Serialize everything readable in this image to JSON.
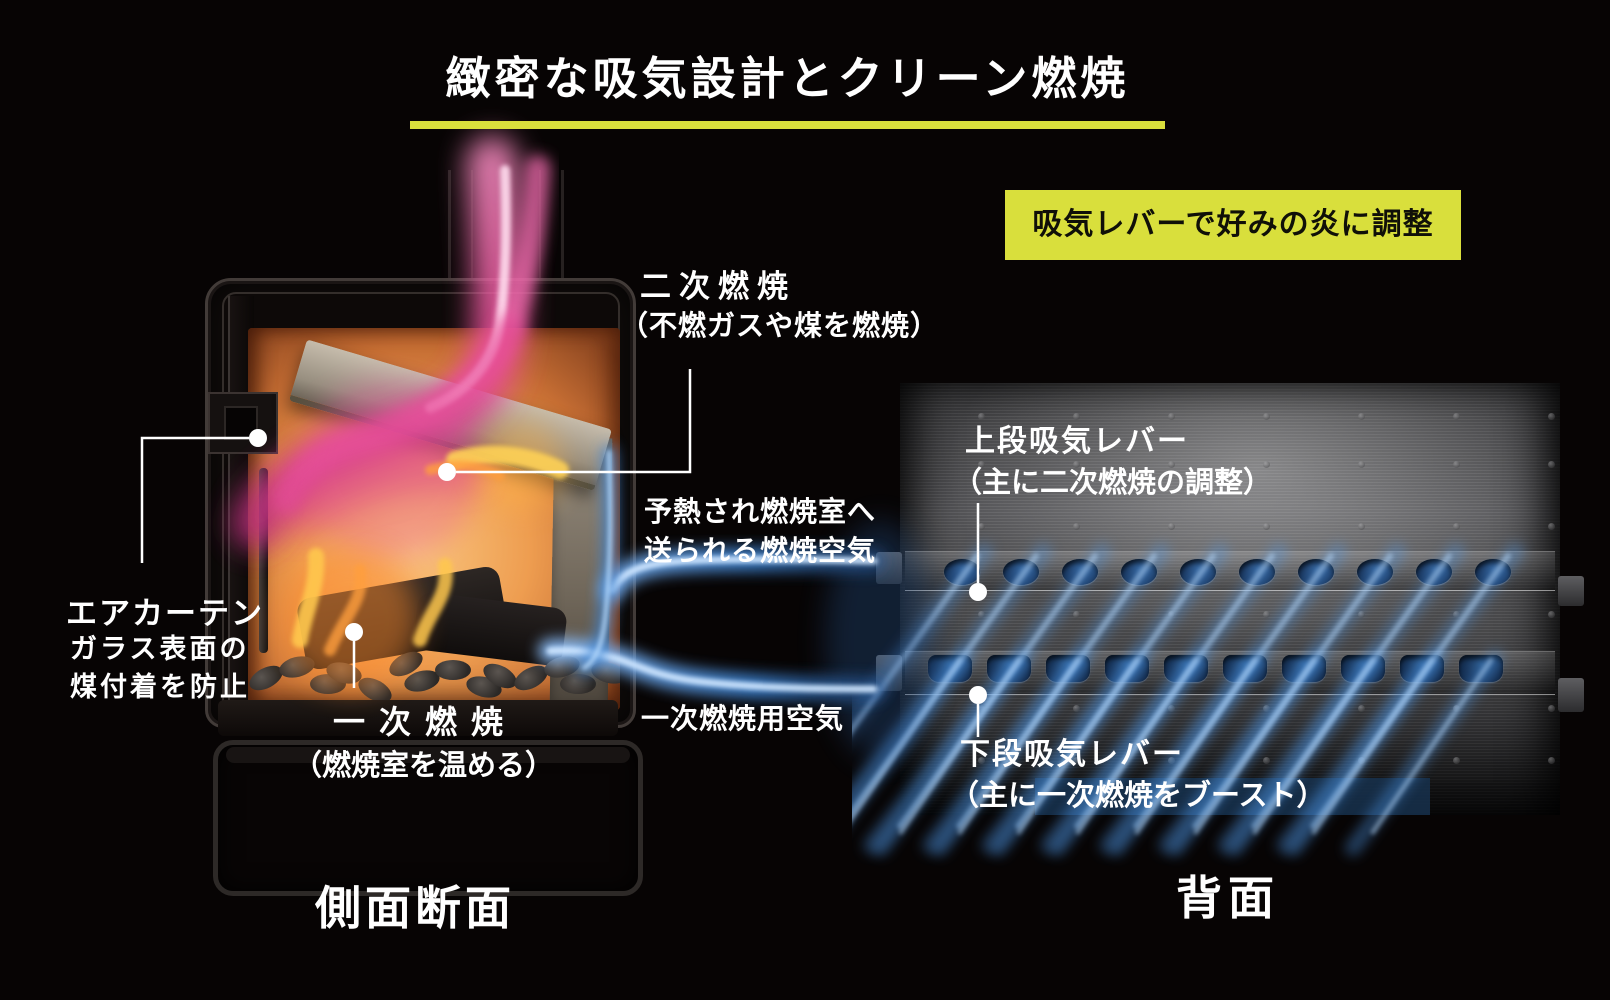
{
  "title": {
    "text": "緻密な吸気設計とクリーン燃焼"
  },
  "badge": {
    "text": "吸気レバーで好みの炎に調整"
  },
  "colors": {
    "accent_yellow": "#d9df3c",
    "background": "#070404",
    "flame_pink": "#e84f9b",
    "air_blue": "#4a8fd8",
    "chamber_orange": "#ee9d50"
  },
  "side_view": {
    "caption": "側面断面",
    "secondary_combustion": {
      "title": "二次燃焼",
      "note": "（不燃ガスや煤を燃焼）"
    },
    "preheated_air": {
      "line1": "予熱され燃焼室へ",
      "line2": "送られる燃焼空気"
    },
    "primary_air": {
      "label": "一次燃焼用空気"
    },
    "air_curtain": {
      "title": "エアカーテン",
      "line1": "ガラス表面の",
      "line2": "煤付着を防止"
    },
    "primary_combustion": {
      "title": "一次燃焼",
      "note": "（燃焼室を温める）"
    }
  },
  "back_view": {
    "caption": "背面",
    "upper_lever": {
      "title": "上段吸気レバー",
      "note": "（主に二次燃焼の調整）"
    },
    "lower_lever": {
      "title": "下段吸気レバー",
      "note": "（主に一次燃焼をブースト）"
    }
  }
}
